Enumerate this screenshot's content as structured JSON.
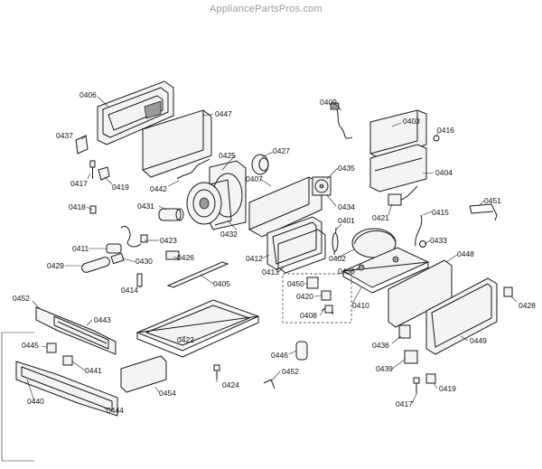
{
  "watermark": "AppliancePartsPros.com",
  "callouts": [
    {
      "id": "c0406",
      "label": "0406"
    },
    {
      "id": "c0447",
      "label": "0447"
    },
    {
      "id": "c0437",
      "label": "0437"
    },
    {
      "id": "c0417a",
      "label": "0417"
    },
    {
      "id": "c0419a",
      "label": "0419"
    },
    {
      "id": "c0442",
      "label": "0442"
    },
    {
      "id": "c0425",
      "label": "0425"
    },
    {
      "id": "c0427",
      "label": "0427"
    },
    {
      "id": "c0407",
      "label": "0407"
    },
    {
      "id": "c0435",
      "label": "0435"
    },
    {
      "id": "c0409",
      "label": "0409"
    },
    {
      "id": "c0403",
      "label": "0403"
    },
    {
      "id": "c0416",
      "label": "0416"
    },
    {
      "id": "c0404",
      "label": "0404"
    },
    {
      "id": "c0451",
      "label": "0451"
    },
    {
      "id": "c0418",
      "label": "0418"
    },
    {
      "id": "c0431",
      "label": "0431"
    },
    {
      "id": "c0434",
      "label": "0434"
    },
    {
      "id": "c0421",
      "label": "0421"
    },
    {
      "id": "c0415",
      "label": "0415"
    },
    {
      "id": "c0401",
      "label": "0401"
    },
    {
      "id": "c0432",
      "label": "0432"
    },
    {
      "id": "c0423",
      "label": "0423"
    },
    {
      "id": "c0411",
      "label": "0411"
    },
    {
      "id": "c0426",
      "label": "0426"
    },
    {
      "id": "c0433",
      "label": "0433"
    },
    {
      "id": "c0448",
      "label": "0448"
    },
    {
      "id": "c0429",
      "label": "0429"
    },
    {
      "id": "c0430",
      "label": "0430"
    },
    {
      "id": "c0412",
      "label": "0412"
    },
    {
      "id": "c0413",
      "label": "0413"
    },
    {
      "id": "c0402",
      "label": "0402"
    },
    {
      "id": "c0436a",
      "label": "0436"
    },
    {
      "id": "c0414",
      "label": "0414"
    },
    {
      "id": "c0405",
      "label": "0405"
    },
    {
      "id": "c0450",
      "label": "0450"
    },
    {
      "id": "c0420",
      "label": "0420"
    },
    {
      "id": "c0410",
      "label": "0410"
    },
    {
      "id": "c0428",
      "label": "0428"
    },
    {
      "id": "c0452a",
      "label": "0452"
    },
    {
      "id": "c0443",
      "label": "0443"
    },
    {
      "id": "c0408",
      "label": "0408"
    },
    {
      "id": "c0422",
      "label": "0422"
    },
    {
      "id": "c0436b",
      "label": "0436"
    },
    {
      "id": "c0449",
      "label": "0449"
    },
    {
      "id": "c0445",
      "label": "0445"
    },
    {
      "id": "c0446",
      "label": "0446"
    },
    {
      "id": "c0441",
      "label": "0441"
    },
    {
      "id": "c0452b",
      "label": "0452"
    },
    {
      "id": "c0439",
      "label": "0439"
    },
    {
      "id": "c0424",
      "label": "0424"
    },
    {
      "id": "c0454",
      "label": "0454"
    },
    {
      "id": "c0419b",
      "label": "0419"
    },
    {
      "id": "c0440",
      "label": "0440"
    },
    {
      "id": "c0444",
      "label": "0444"
    },
    {
      "id": "c0417b",
      "label": "0417"
    }
  ]
}
